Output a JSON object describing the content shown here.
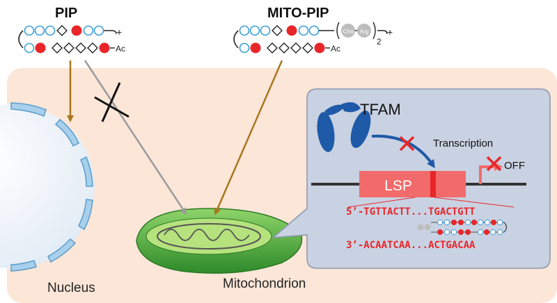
{
  "pip": {
    "title": "PIP",
    "cap_top": "+",
    "cap_bottom": "Ac"
  },
  "mito_pip": {
    "title": "MITO-PIP",
    "cha": "Cha",
    "arg": "Arg",
    "repeat": "2",
    "cap_top": "+",
    "cap_bottom": "Ac"
  },
  "labels": {
    "nucleus": "Nucleus",
    "mitochondrion": "Mitochondrion",
    "tfam": "TFAM",
    "transcription": "Transcription",
    "off": "OFF",
    "lsp": "LSP"
  },
  "sequence": {
    "top": "5’-TGTTACTT...TGACTGTT",
    "bottom": "3’-ACAATCAA...ACTGACAA"
  },
  "colors": {
    "red": "#e8262a",
    "blue_ring": "#3a9fd8",
    "background": "#fbe6d8",
    "panel": "#c9d2e2",
    "mito_green": "#5ab53a",
    "arrow_brown": "#a8761c",
    "arrow_gray": "#9a9a9a",
    "tfam_blue": "#1f5aa8",
    "lsp_red": "#f26b6b"
  }
}
